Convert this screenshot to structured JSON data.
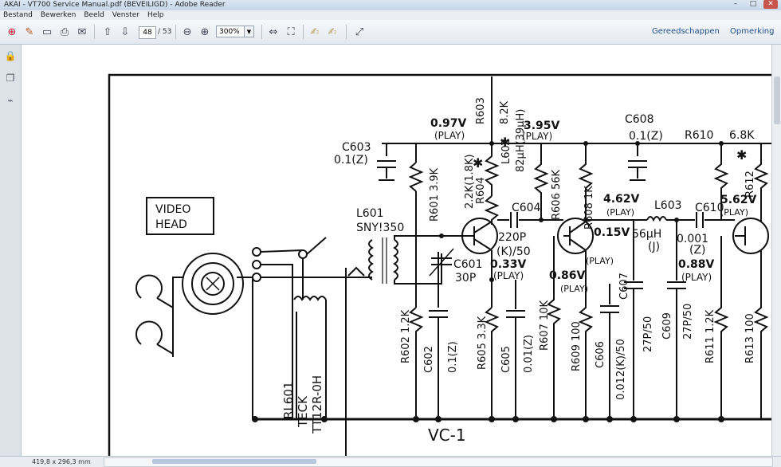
{
  "window": {
    "title": "AKAI - VT700 Service Manual.pdf (BEVEILIGD) - Adobe Reader",
    "buttons": [
      "–",
      "□",
      "✕"
    ]
  },
  "menu": [
    "Bestand",
    "Bewerken",
    "Beeld",
    "Venster",
    "Help"
  ],
  "toolbar": {
    "page_current": "48",
    "page_total": "/ 53",
    "zoom": "300%",
    "links": {
      "tools": "Gereedschappen",
      "comment": "Opmerking"
    }
  },
  "status": {
    "page_size": "419,8 x 296,3 mm"
  },
  "schematic": {
    "labels": {
      "video_head": [
        "VIDEO",
        "HEAD"
      ],
      "l601": [
        "L601",
        "SNY!350"
      ],
      "rl601": "RL601",
      "teck": "TECK",
      "tt12r": "TT12R-0H",
      "c603": [
        "C603",
        "0.1(Z)"
      ],
      "r601": "R601 3.9K",
      "r602": "R602 1.2K",
      "c602": [
        "C602",
        "0.1(Z)"
      ],
      "v097": [
        "0.97V",
        "(PLAY)"
      ],
      "r603": "R603",
      "k82": "8.2K",
      "r604": "R604",
      "k22": "2.2K(1.8K)",
      "l602": "L602",
      "uh82": "82μH(39μH)",
      "v395": [
        "3.95V",
        "(PLAY)"
      ],
      "c601": [
        "C601",
        "30P"
      ],
      "c604": [
        "C604",
        "220P",
        "(K)/50"
      ],
      "v033": [
        "0.33V",
        "(PLAY)"
      ],
      "r605": "R605 3.3K",
      "c605": [
        "C605",
        "0.01(Z)"
      ],
      "r606": "R606 56K",
      "r607": "R607 10K",
      "r608": "R608 1K",
      "v462": [
        "4.62V",
        "(PLAY)"
      ],
      "v015": [
        "0.15V",
        "(PLAY)"
      ],
      "v086": [
        "0.86V",
        "(PLAY)"
      ],
      "r609": "R609 100",
      "c606": [
        "C606",
        "0.012(K)/50"
      ],
      "c607": [
        "C607",
        "27P/50"
      ],
      "c608": [
        "C608",
        "0.1(Z)"
      ],
      "l603": [
        "L603",
        "56μH",
        "(J)"
      ],
      "c609": [
        "C609",
        "27P/50"
      ],
      "r610": [
        "R610",
        "6.8K"
      ],
      "c610": [
        "C610",
        "0.001",
        "(Z)"
      ],
      "v088": [
        "0.88V",
        "(PLAY)"
      ],
      "r611": "R611 1.2K",
      "r612": "R612",
      "v562": [
        "5.62V",
        "(PLAY)"
      ],
      "r613": "R613 100",
      "vc1": "VC-1",
      "star": "✱"
    }
  }
}
